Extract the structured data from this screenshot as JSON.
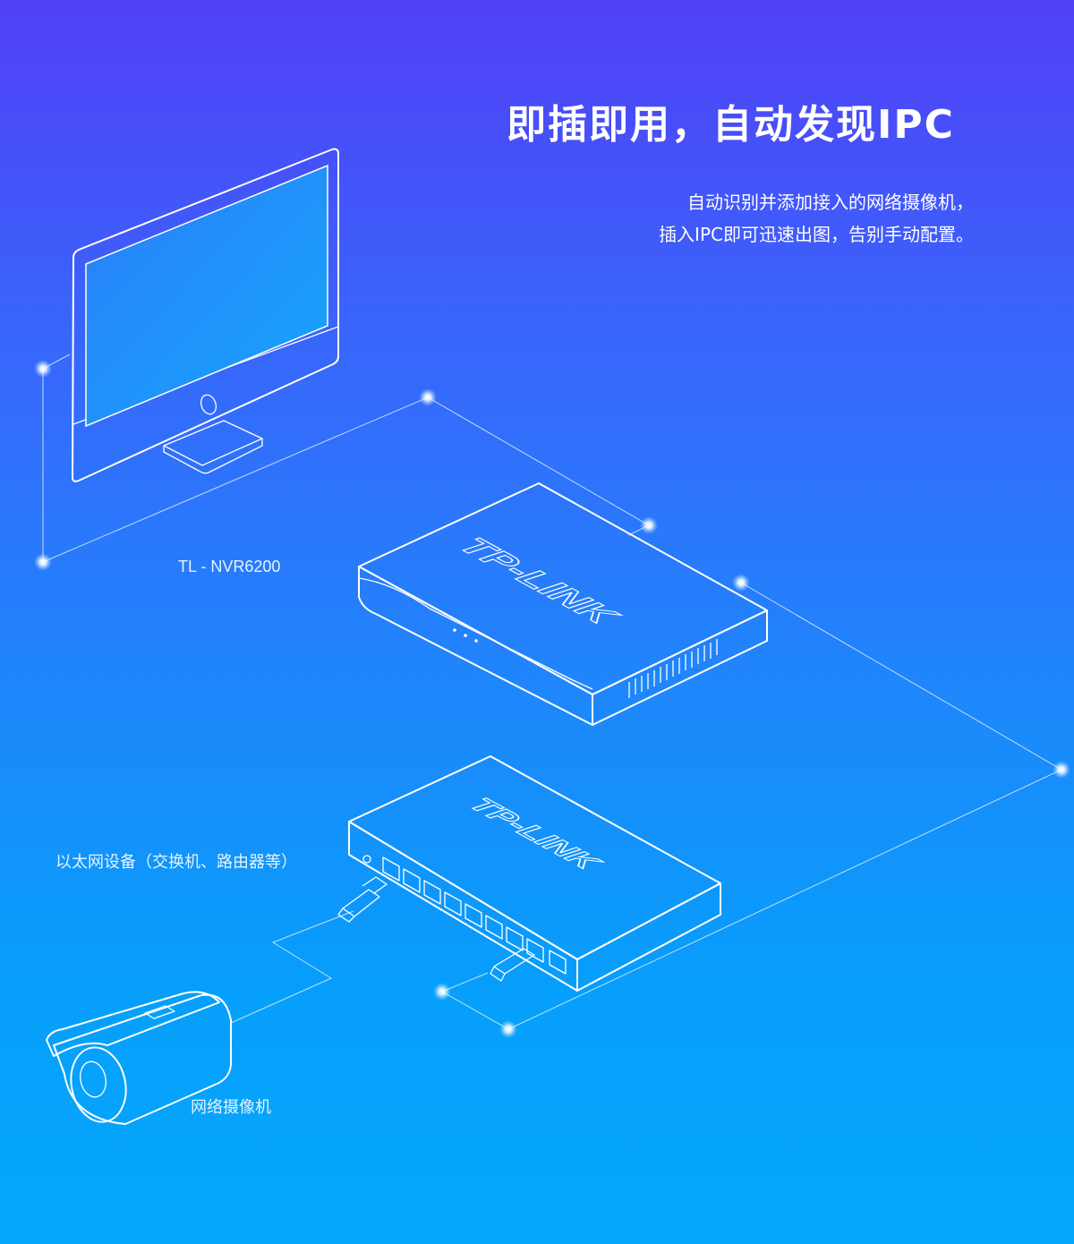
{
  "heading": {
    "title": "即插即用，自动发现IPC",
    "line1": "自动识别并添加接入的网络摄像机，",
    "line2": "插入IPC即可迅速出图，告别手动配置。"
  },
  "labels": {
    "nvr": "TL - NVR6200",
    "switch": "以太网设备（交换机、路由器等）",
    "camera": "网络摄像机"
  },
  "brand": {
    "nvr_logo": "TP-LINK",
    "switch_logo": "TP-LINK"
  },
  "colors": {
    "gradient_top": "#5140f7",
    "gradient_bottom": "#05a7fb",
    "screen_top": "#2a7ef8",
    "screen_bottom": "#16a6fb",
    "line": "#ffffff"
  }
}
